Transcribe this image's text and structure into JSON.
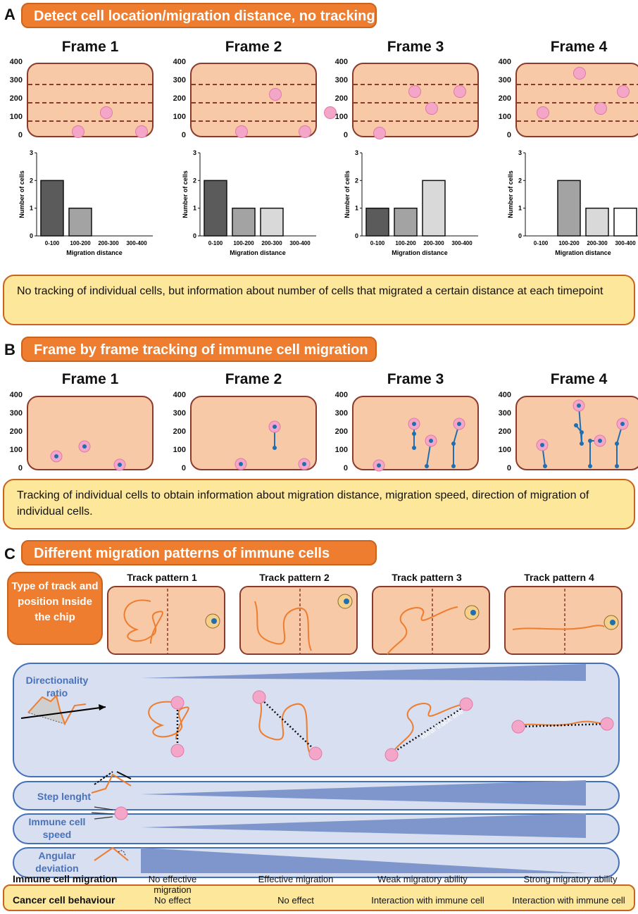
{
  "sectionA": {
    "letter": "A",
    "banner": "Detect cell location/migration distance, no tracking",
    "frames": [
      {
        "title": "Frame 1",
        "chart": {
          "type": "bar",
          "values": [
            2,
            1,
            0,
            0
          ]
        }
      },
      {
        "title": "Frame 2",
        "chart": {
          "type": "bar",
          "values": [
            2,
            1,
            1,
            0
          ]
        }
      },
      {
        "title": "Frame 3",
        "chart": {
          "type": "bar",
          "values": [
            1,
            1,
            2,
            0
          ]
        }
      },
      {
        "title": "Frame 4",
        "chart": {
          "type": "bar",
          "values": [
            0,
            2,
            1,
            1
          ]
        }
      }
    ],
    "yticks": [
      "400",
      "300",
      "200",
      "100",
      "0"
    ],
    "note": "No tracking of individual cells, but information about number of cells that migrated a certain distance at each timepoint"
  },
  "chart_data": [
    {
      "type": "bar",
      "categories": [
        "0-100",
        "100-200",
        "200-300",
        "300-400"
      ],
      "values": [
        2,
        1,
        0,
        0
      ],
      "xlabel": "Migration distance",
      "ylabel": "Number of cells",
      "ylim": [
        0,
        3
      ]
    },
    {
      "type": "bar",
      "categories": [
        "0-100",
        "100-200",
        "200-300",
        "300-400"
      ],
      "values": [
        2,
        1,
        1,
        0
      ],
      "xlabel": "Migration distance",
      "ylabel": "Number of cells",
      "ylim": [
        0,
        3
      ]
    },
    {
      "type": "bar",
      "categories": [
        "0-100",
        "100-200",
        "200-300",
        "300-400"
      ],
      "values": [
        1,
        1,
        2,
        0
      ],
      "xlabel": "Migration distance",
      "ylabel": "Number of cells",
      "ylim": [
        0,
        3
      ]
    },
    {
      "type": "bar",
      "categories": [
        "0-100",
        "100-200",
        "200-300",
        "300-400"
      ],
      "values": [
        0,
        2,
        1,
        1
      ],
      "xlabel": "Migration distance",
      "ylabel": "Number of cells",
      "ylim": [
        0,
        3
      ]
    }
  ],
  "chart_axis": {
    "categories": [
      "0-100",
      "100-200",
      "200-300",
      "300-400"
    ],
    "yticks": [
      "0",
      "1",
      "2",
      "3"
    ],
    "xlabel": "Migration distance",
    "ylabel": "Number of cells",
    "bar_colors": [
      "#5b5b5b",
      "#a3a3a3",
      "#d9d9d9",
      "#ffffff"
    ]
  },
  "sectionB": {
    "letter": "B",
    "banner": "Frame by frame tracking of immune cell migration",
    "frames": [
      "Frame 1",
      "Frame 2",
      "Frame 3",
      "Frame 4"
    ],
    "yticks": [
      "400",
      "300",
      "200",
      "100",
      "0"
    ],
    "note": "Tracking of individual cells to obtain information about migration distance, migration speed, direction of migration of individual cells."
  },
  "sectionC": {
    "letter": "C",
    "banner": "Different migration patterns of immune cells",
    "type_label": "Type of track and position Inside the chip",
    "patterns": [
      "Track pattern 1",
      "Track pattern 2",
      "Track pattern 3",
      "Track pattern 4"
    ],
    "directionality": "Directionality ratio",
    "ideal_line": "ideal track line",
    "step": "Step lenght",
    "speed": "Immune cell speed",
    "angular": "Angular deviation"
  },
  "footer": {
    "row1_label": "Immune cell migration",
    "row1": [
      "No effective migration",
      "Effective migration",
      "Weak migratory ability",
      "Strong migratory ability"
    ],
    "row2_label": "Cancer cell behaviour",
    "row2": [
      "No effect",
      "No effect",
      "Interaction with immune cell",
      "Interaction with immune cell"
    ]
  },
  "colors": {
    "orange": "#ee7d2f",
    "chip": "#f8c9a7",
    "chip_border": "#8a3b2b",
    "track_blue": "#1f6fb0",
    "blue_box": "#d7dff0",
    "blue_border": "#4470b8"
  }
}
